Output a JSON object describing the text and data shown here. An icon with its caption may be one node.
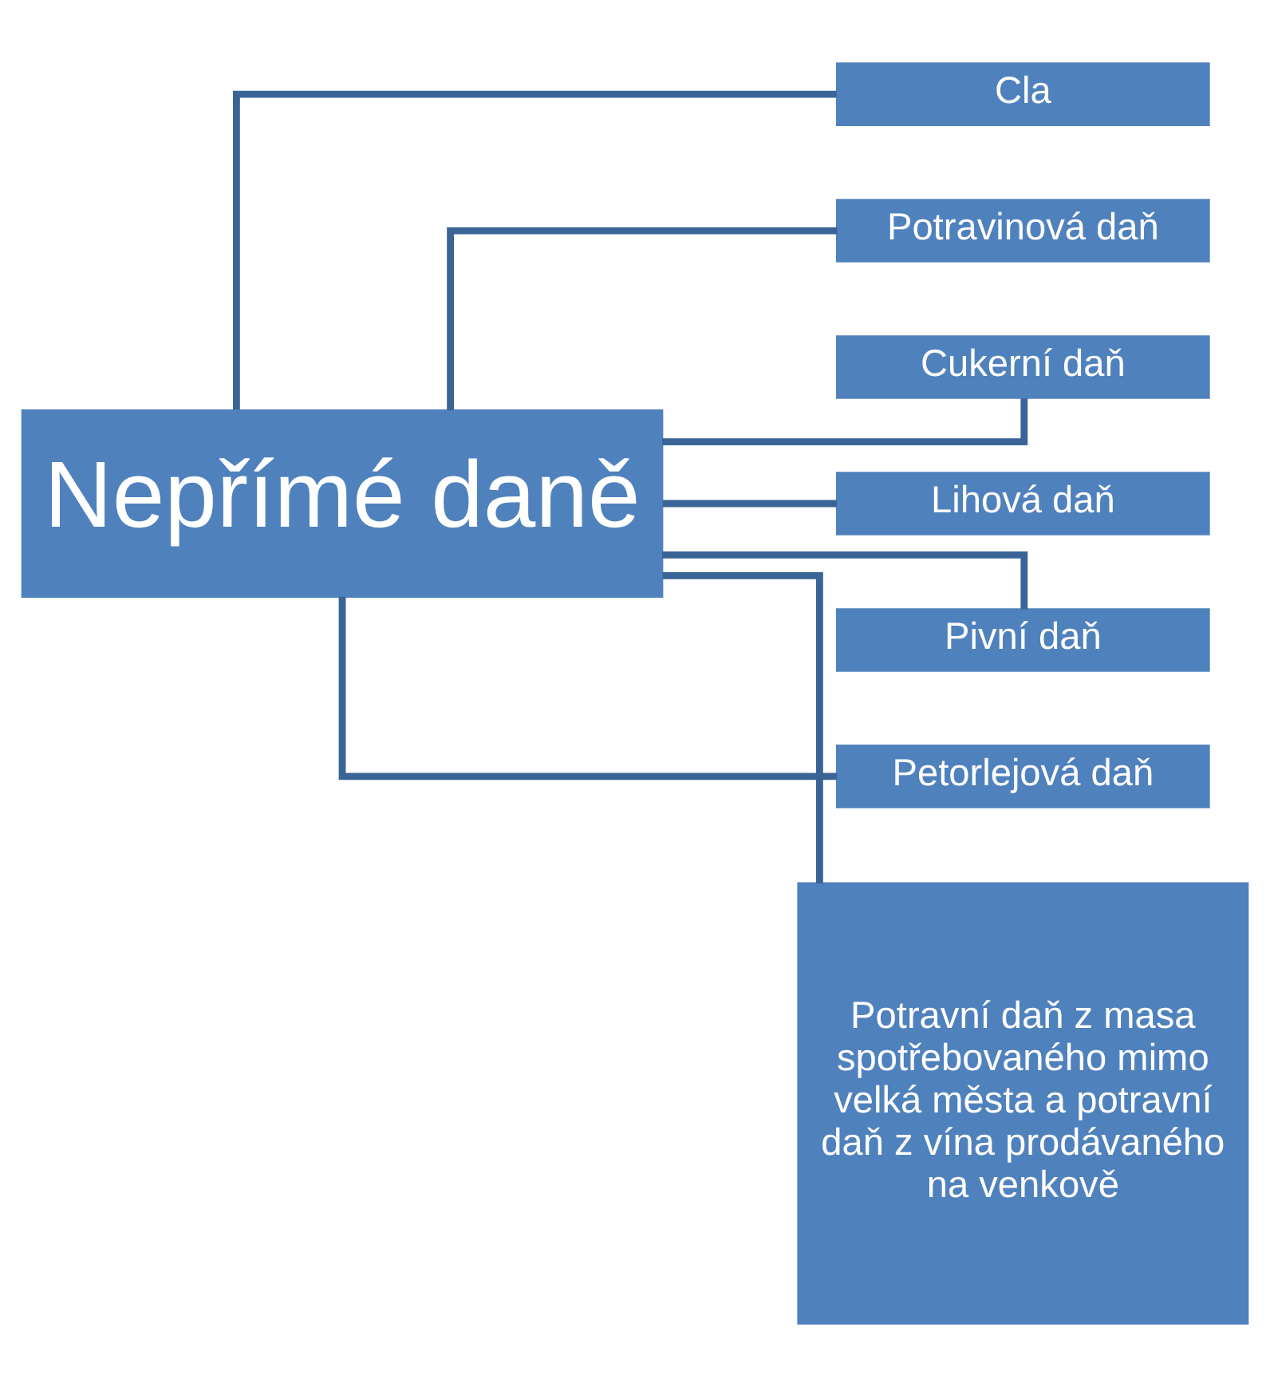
{
  "diagram": {
    "nodes": [
      {
        "text": [
          "Nepřímé daně"
        ]
      },
      {
        "text": [
          "Cla"
        ]
      },
      {
        "text": [
          "Potravinová daň"
        ]
      },
      {
        "text": [
          "Cukerní daň"
        ]
      },
      {
        "text": [
          "Lihová daň"
        ]
      },
      {
        "text": [
          "Pivní daň"
        ]
      },
      {
        "text": [
          "Petorlejová daň"
        ]
      },
      {
        "text": [
          "Potravní daň z masa spotřebovaného mimo velká města a potravní daň z vína prodávaného na venkově"
        ]
      }
    ],
    "edges": [
      {
        "from": 0,
        "to": 1,
        "arrow": "none"
      },
      {
        "from": 0,
        "to": 2,
        "arrow": "none"
      },
      {
        "from": 0,
        "to": 3,
        "arrow": "none"
      },
      {
        "from": 0,
        "to": 4,
        "arrow": "none"
      },
      {
        "from": 0,
        "to": 5,
        "arrow": "none"
      },
      {
        "from": 0,
        "to": 6,
        "arrow": "none"
      },
      {
        "from": 0,
        "to": 7,
        "arrow": "none"
      }
    ]
  }
}
